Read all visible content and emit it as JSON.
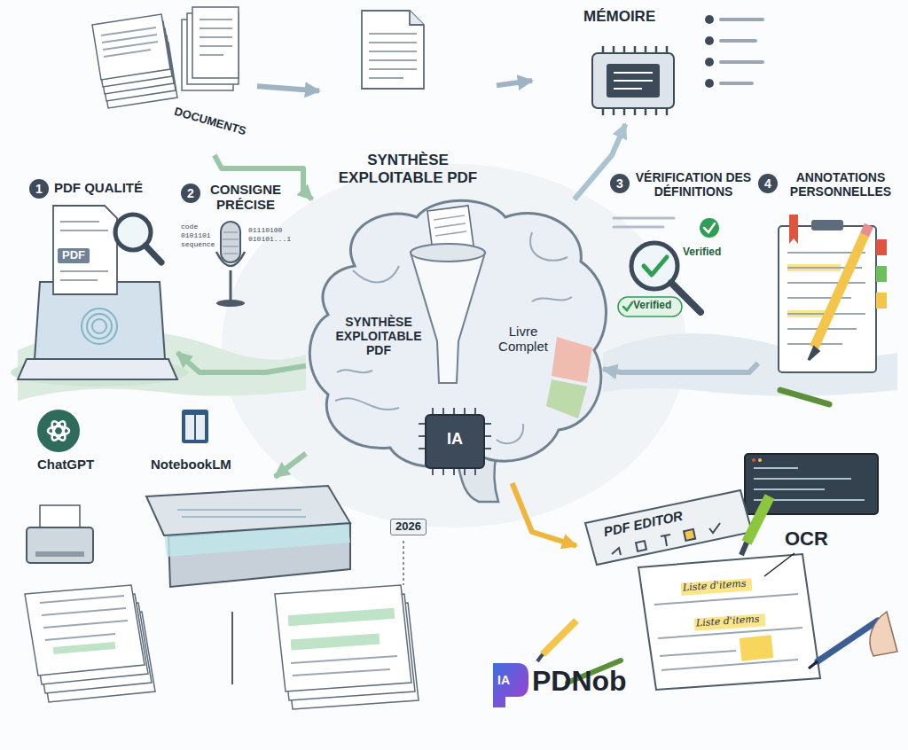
{
  "diagram": {
    "nodes": [
      {
        "text": [
          "DOCUMENTS"
        ]
      },
      {
        "text": [
          "SYNTHÈSE EXPLOITABLE PDF"
        ]
      },
      {
        "text": [
          "MÉMOIRE"
        ]
      },
      {
        "text": [
          "1",
          "PDF QUALITÉ",
          "PDF"
        ]
      },
      {
        "text": [
          "2",
          "CONSIGNE PRÉCISE",
          "code",
          "0101101",
          "sequence",
          "01110100",
          "010101...1"
        ]
      },
      {
        "text": [
          "SYNTHÈSE EXPLOITABLE PDF",
          "Livre Complet",
          "IA"
        ]
      },
      {
        "text": [
          "3",
          "VÉRIFICATION DES DÉFINITIONS",
          "Verified",
          "Verified"
        ]
      },
      {
        "text": [
          "4",
          "ANNOTATIONS PERSONNELLES"
        ]
      },
      {
        "text": [
          "ChatGPT",
          "NotebookLM"
        ]
      },
      {
        "text": [
          "PDF EDITOR",
          "OCR",
          "Liste d'items",
          "Liste d'items"
        ]
      }
    ],
    "edges": [
      {
        "from": 0,
        "to": 1,
        "arrow": "to"
      },
      {
        "from": 1,
        "to": 2,
        "arrow": "to"
      },
      {
        "from": 0,
        "to": 5,
        "arrow": "to"
      },
      {
        "from": 5,
        "to": 2,
        "arrow": "to"
      },
      {
        "from": 5,
        "to": 3,
        "arrow": "to"
      },
      {
        "from": 7,
        "to": 5,
        "arrow": "to"
      },
      {
        "from": 5,
        "to": 8,
        "arrow": "to"
      },
      {
        "from": 5,
        "to": 9,
        "arrow": "to"
      }
    ],
    "labels": [
      "2026",
      "IA",
      "PDNob"
    ]
  }
}
